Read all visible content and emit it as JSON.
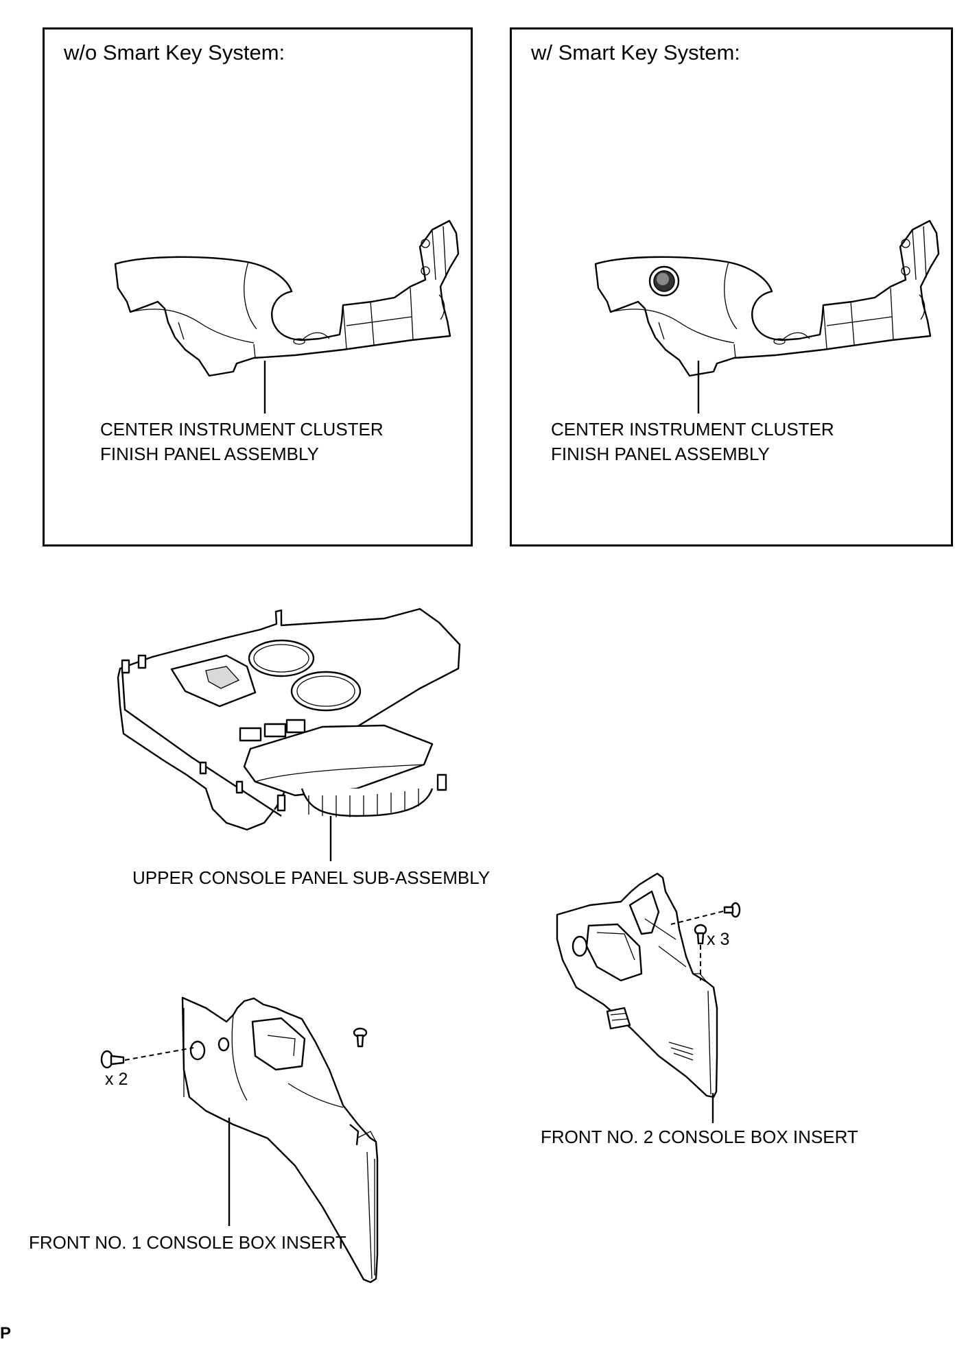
{
  "panels": {
    "without_smart_key": {
      "title": "w/o Smart Key System:",
      "part_label": [
        "CENTER INSTRUMENT CLUSTER",
        "FINISH PANEL ASSEMBLY"
      ]
    },
    "with_smart_key": {
      "title": "w/ Smart Key System:",
      "part_label": [
        "CENTER INSTRUMENT CLUSTER",
        "FINISH PANEL ASSEMBLY"
      ]
    }
  },
  "parts": {
    "upper_console": {
      "label": "UPPER CONSOLE PANEL SUB-ASSEMBLY"
    },
    "front_no1": {
      "label": "FRONT NO. 1 CONSOLE BOX INSERT",
      "screw_qty": "x 2"
    },
    "front_no2": {
      "label": "FRONT NO. 2 CONSOLE BOX INSERT",
      "screw_qty": "x 3"
    }
  },
  "footer_code": "P"
}
